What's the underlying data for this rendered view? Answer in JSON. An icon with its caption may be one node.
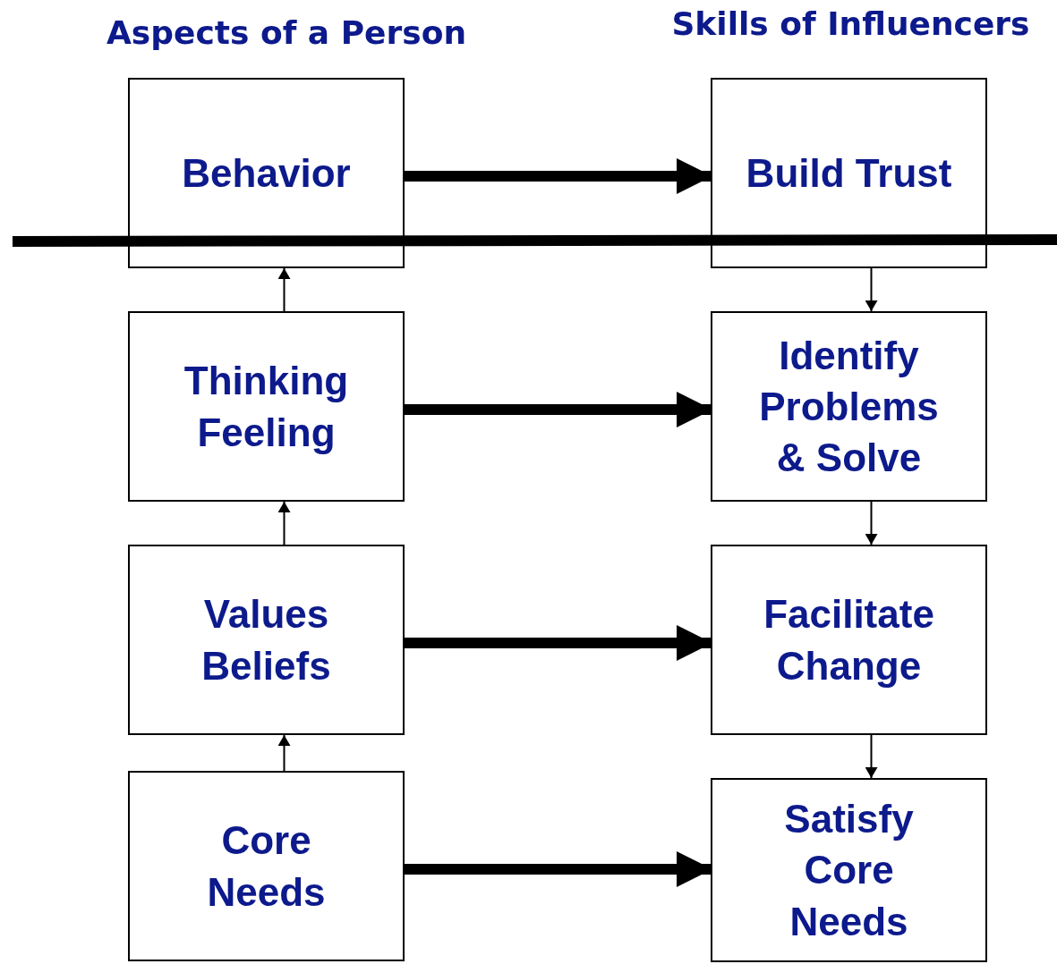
{
  "diagram": {
    "nodes": [
      {
        "text": [
          "Behavior"
        ]
      },
      {
        "text": [
          "Build Trust"
        ]
      },
      {
        "text": [
          "Thinking Feeling"
        ]
      },
      {
        "text": [
          "Identify Problems & Solve"
        ]
      },
      {
        "text": [
          "Values Beliefs"
        ]
      },
      {
        "text": [
          "Facilitate Change"
        ]
      },
      {
        "text": [
          "Core Needs"
        ]
      },
      {
        "text": [
          "Satisfy Core Needs"
        ]
      }
    ],
    "edges": [
      {
        "from": 0,
        "to": 1,
        "arrow": "to",
        "style": "thick"
      },
      {
        "from": 2,
        "to": 3,
        "arrow": "to",
        "style": "thick"
      },
      {
        "from": 4,
        "to": 5,
        "arrow": "to",
        "style": "thick"
      },
      {
        "from": 6,
        "to": 7,
        "arrow": "to",
        "style": "thick"
      },
      {
        "from": 2,
        "to": 0,
        "arrow": "to"
      },
      {
        "from": 4,
        "to": 2,
        "arrow": "to"
      },
      {
        "from": 6,
        "to": 4,
        "arrow": "to"
      },
      {
        "from": 1,
        "to": 3,
        "arrow": "to"
      },
      {
        "from": 3,
        "to": 5,
        "arrow": "to"
      },
      {
        "from": 5,
        "to": 7,
        "arrow": "to"
      }
    ],
    "labels": [
      "Aspects of a Person",
      "Skills of Influencers"
    ]
  }
}
